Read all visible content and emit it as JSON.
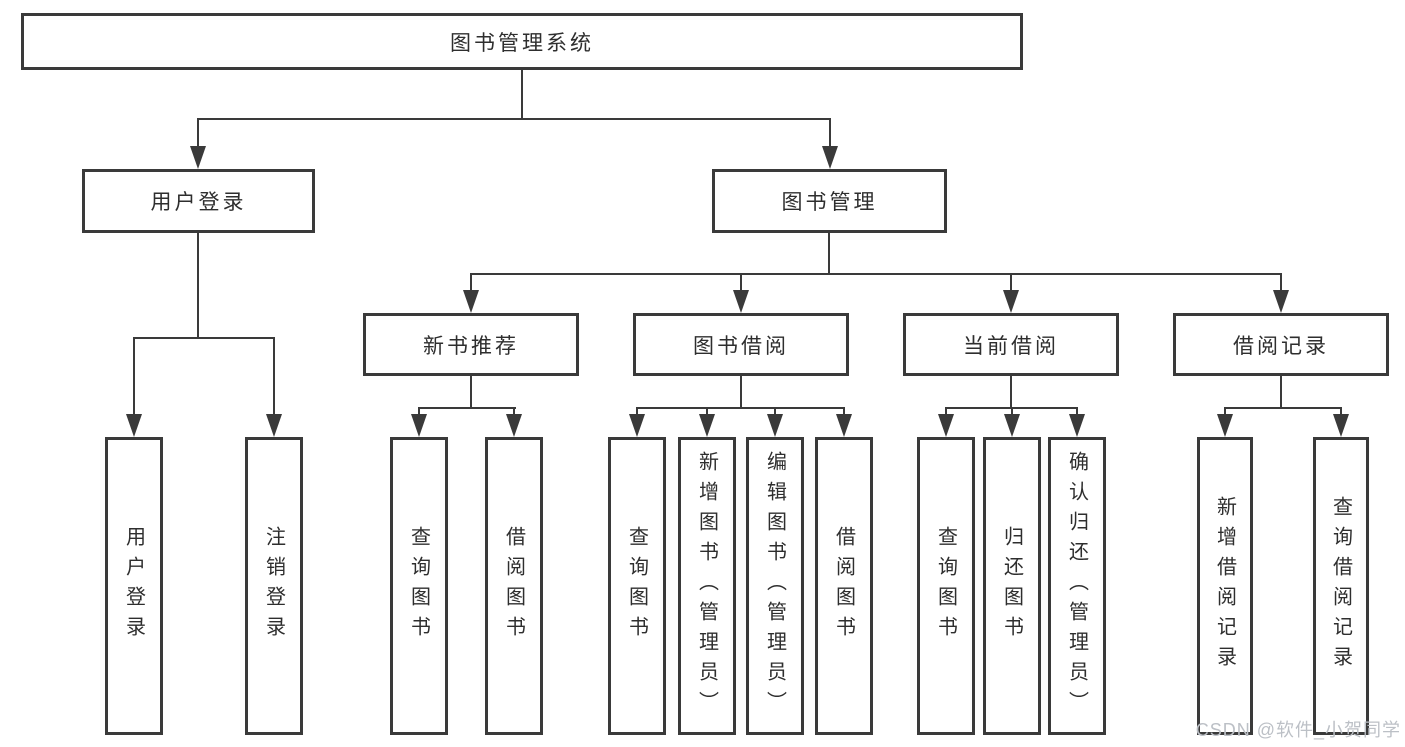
{
  "tree": {
    "label": "图书管理系统",
    "children": [
      {
        "label": "用户登录",
        "children": [
          {
            "label": "用户登录"
          },
          {
            "label": "注销登录"
          }
        ]
      },
      {
        "label": "图书管理",
        "children": [
          {
            "label": "新书推荐",
            "children": [
              {
                "label": "查询图书"
              },
              {
                "label": "借阅图书"
              }
            ]
          },
          {
            "label": "图书借阅",
            "children": [
              {
                "label": "查询图书"
              },
              {
                "label": "新增图书（管理员）"
              },
              {
                "label": "编辑图书（管理员）"
              },
              {
                "label": "借阅图书"
              }
            ]
          },
          {
            "label": "当前借阅",
            "children": [
              {
                "label": "查询图书"
              },
              {
                "label": "归还图书"
              },
              {
                "label": "确认归还（管理员）"
              }
            ]
          },
          {
            "label": "借阅记录",
            "children": [
              {
                "label": "新增借阅记录"
              },
              {
                "label": "查询借阅记录"
              }
            ]
          }
        ]
      }
    ]
  },
  "watermark": {
    "text": "CSDN @软件_小贺同学"
  },
  "colors": {
    "line": "#3a3a3a",
    "text": "#2e2e2e",
    "watermark": "#bcc0c6",
    "background": "#ffffff"
  }
}
